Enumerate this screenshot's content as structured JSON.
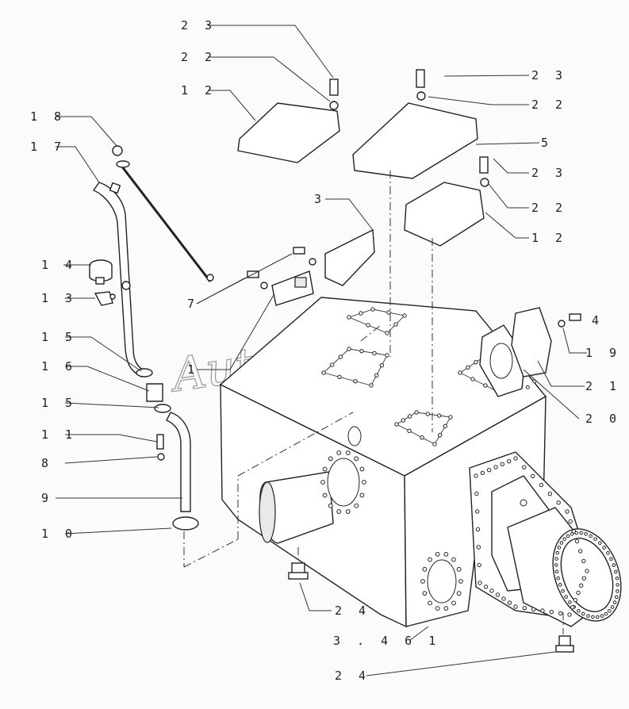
{
  "watermark": "AutoSoft",
  "callouts": [
    {
      "id": "c23a",
      "text": "2 3"
    },
    {
      "id": "c22a",
      "text": "2 2"
    },
    {
      "id": "c12a",
      "text": "1 2"
    },
    {
      "id": "c18",
      "text": "1 8"
    },
    {
      "id": "c17",
      "text": "1 7"
    },
    {
      "id": "c14",
      "text": "1 4"
    },
    {
      "id": "c13",
      "text": "1 3"
    },
    {
      "id": "c7",
      "text": "7"
    },
    {
      "id": "c1",
      "text": "1"
    },
    {
      "id": "c15a",
      "text": "1 5"
    },
    {
      "id": "c16",
      "text": "1 6"
    },
    {
      "id": "c15b",
      "text": "1 5"
    },
    {
      "id": "c11",
      "text": "1 1"
    },
    {
      "id": "c8",
      "text": "8"
    },
    {
      "id": "c9",
      "text": "9"
    },
    {
      "id": "c10",
      "text": "1 0"
    },
    {
      "id": "c3",
      "text": "3"
    },
    {
      "id": "c23b",
      "text": "2 3"
    },
    {
      "id": "c22b",
      "text": "2 2"
    },
    {
      "id": "c5",
      "text": "5"
    },
    {
      "id": "c23c",
      "text": "2 3"
    },
    {
      "id": "c22c",
      "text": "2 2"
    },
    {
      "id": "c12b",
      "text": "1 2"
    },
    {
      "id": "c4",
      "text": "4"
    },
    {
      "id": "c19",
      "text": "1 9"
    },
    {
      "id": "c21",
      "text": "2 1"
    },
    {
      "id": "c20",
      "text": "2 0"
    },
    {
      "id": "c24a",
      "text": "2 4"
    },
    {
      "id": "c3461",
      "text": "3 . 4 6 1"
    },
    {
      "id": "c24b",
      "text": "2 4"
    }
  ]
}
